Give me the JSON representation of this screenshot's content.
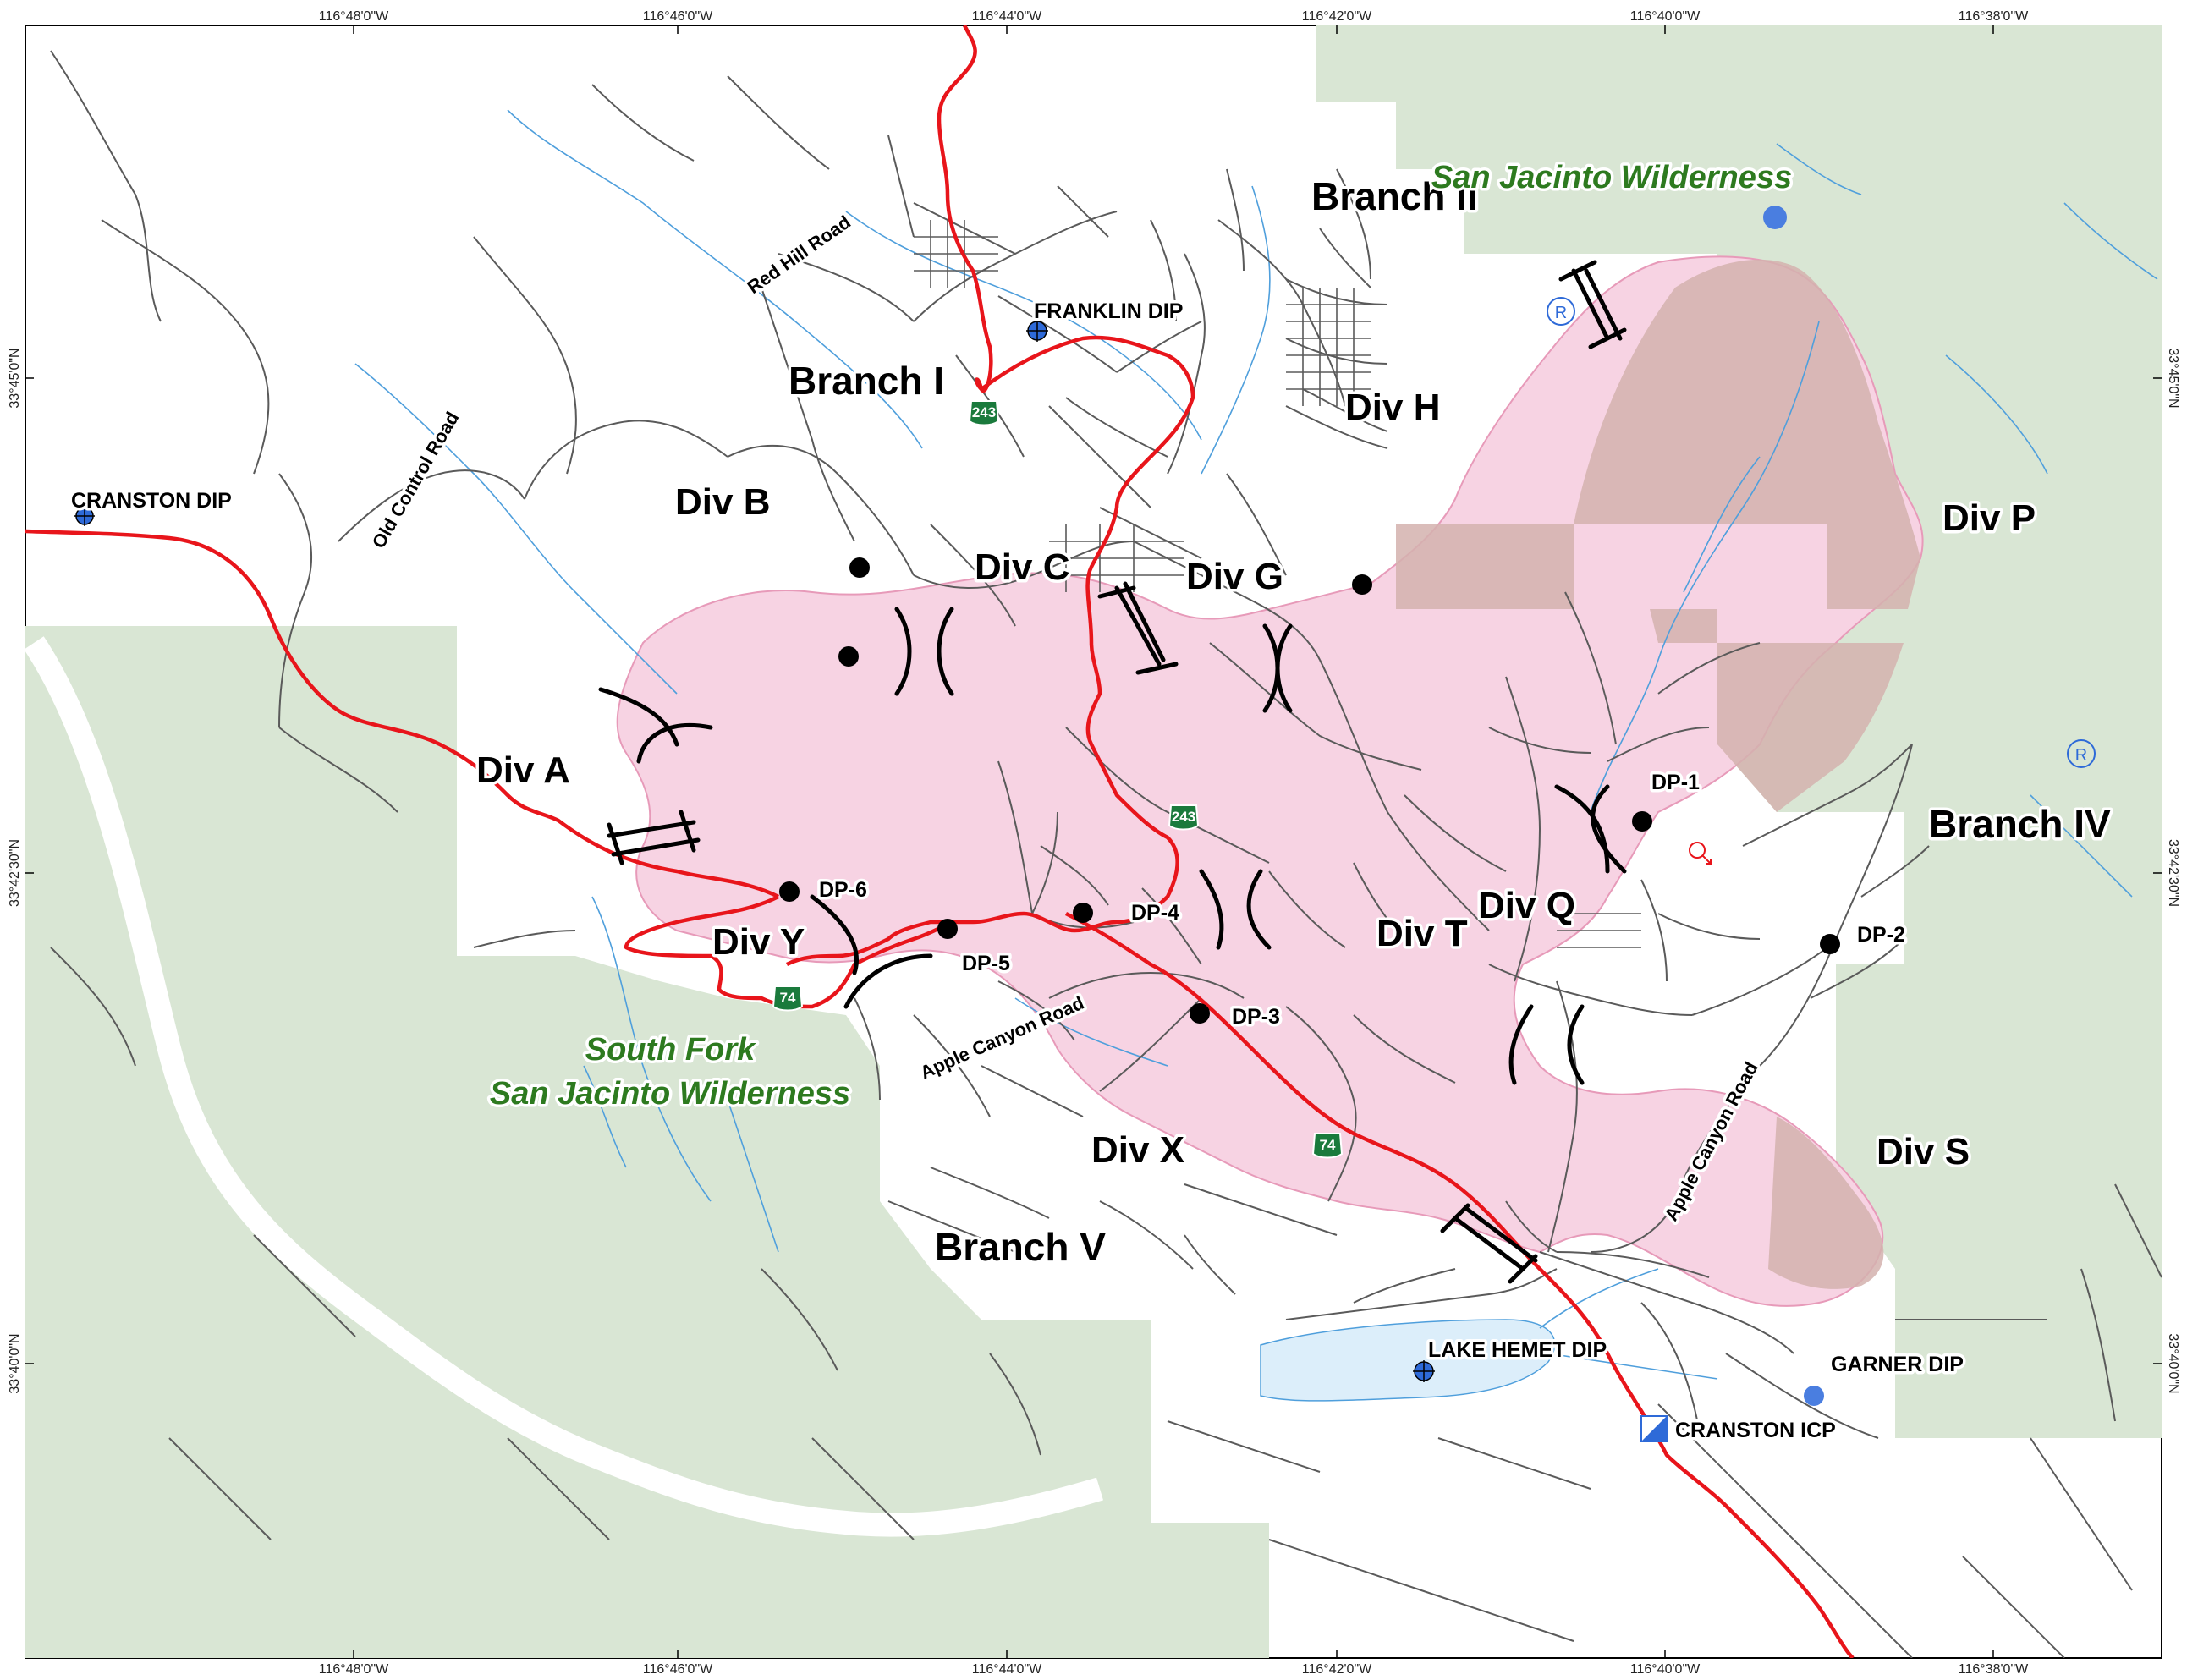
{
  "map": {
    "top_ticks": [
      "116°48'0\"W",
      "116°46'0\"W",
      "116°44'0\"W",
      "116°42'0\"W",
      "116°40'0\"W",
      "116°38'0\"W"
    ],
    "bottom_ticks": [
      "116°48'0\"W",
      "116°46'0\"W",
      "116°44'0\"W",
      "116°42'0\"W",
      "116°40'0\"W",
      "116°38'0\"W"
    ],
    "left_ticks": [
      "33°45'0\"N",
      "33°42'30\"N",
      "33°40'0\"N"
    ],
    "right_ticks": [
      "33°45'0\"N",
      "33°42'30\"N",
      "33°40'0\"N"
    ],
    "divisions": {
      "a": "Div A",
      "b": "Div B",
      "c": "Div C",
      "g": "Div G",
      "h": "Div H",
      "p": "Div P",
      "q": "Div Q",
      "s": "Div S",
      "t": "Div T",
      "x": "Div X",
      "y": "Div Y"
    },
    "branches": {
      "i": "Branch I",
      "ii": "Branch II",
      "iv": "Branch IV",
      "v": "Branch V"
    },
    "drop_points": {
      "dp1": "DP-1",
      "dp2": "DP-2",
      "dp3": "DP-3",
      "dp4": "DP-4",
      "dp5": "DP-5",
      "dp6": "DP-6"
    },
    "dips": {
      "franklin": "FRANKLIN DIP",
      "cranston": "CRANSTON DIP",
      "lake_hemet": "LAKE HEMET DIP",
      "garner": "GARNER DIP"
    },
    "icp": "CRANSTON ICP",
    "roads": {
      "red_hill": "Red Hill Road",
      "old_control": "Old Control Road",
      "apple_canyon_w": "Apple Canyon Road",
      "apple_canyon_e": "Apple Canyon Road"
    },
    "wilderness": {
      "san_jacinto": "San Jacinto Wilderness",
      "south_fork_line1": "South Fork",
      "south_fork_line2": "San Jacinto Wilderness"
    },
    "route_shields": {
      "r243_a": "243",
      "r243_b": "243",
      "r74_a": "74",
      "r74_b": "74"
    },
    "colors": {
      "fire_perimeter": "#f7d3e3",
      "fire_edge": "#e79ab9",
      "wilderness": "#d9e6d4",
      "overlap": "#d4b2ae",
      "highway": "#e8151b",
      "roads": "#5a5a5a",
      "streams": "#4f9fdc",
      "lake": "#dceefa",
      "dip_marker": "#2e6ad8"
    }
  }
}
